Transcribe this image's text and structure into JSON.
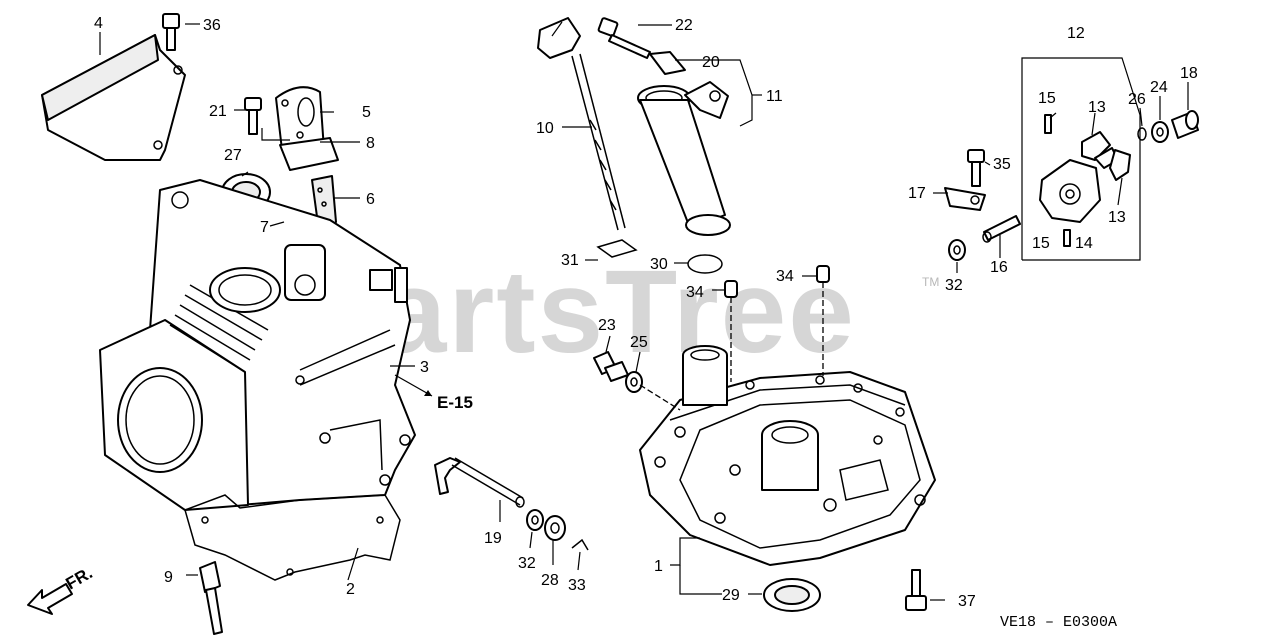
{
  "watermark": "PartsTree",
  "watermark_tm": "TM",
  "diagram_code": "VE18 – E0300A",
  "ref_label": "E-15",
  "direction_label": "FR.",
  "callouts": [
    "1",
    "2",
    "3",
    "4",
    "5",
    "6",
    "7",
    "8",
    "9",
    "10",
    "11",
    "12",
    "13",
    "13",
    "14",
    "15",
    "15",
    "16",
    "17",
    "18",
    "19",
    "20",
    "21",
    "22",
    "23",
    "24",
    "25",
    "26",
    "27",
    "28",
    "29",
    "30",
    "31",
    "32",
    "32",
    "33",
    "34",
    "34",
    "35",
    "36",
    "37"
  ]
}
